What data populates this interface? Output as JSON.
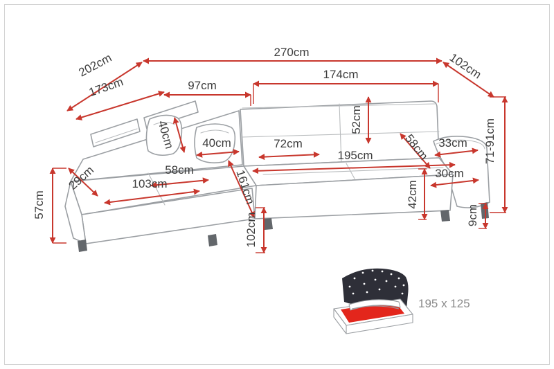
{
  "colors": {
    "dim": "#c8372d",
    "sofa": "#9b9fa3",
    "text": "#3d3d3d",
    "muted": "#8a8a8a",
    "leg": "#63676b",
    "bedred": "#e3261c",
    "blanket": "#2e2f38"
  },
  "labels": {
    "total_width": "270cm",
    "diag_left_outer": "202cm",
    "diag_right": "102cm",
    "diag_left_inner": "173cm",
    "back_left_width": "97cm",
    "back_right_width": "174cm",
    "backrest_height": "52cm",
    "pillow_small": "40cm",
    "pillow_large": "40cm",
    "seat_depth": "72cm",
    "corner_seat_diag": "58cm",
    "armrest_top_width": "33cm",
    "sleeping_length": "195cm",
    "total_height_range": "71-91cm",
    "left_corner_diag": "29cm",
    "chaise_seat_width": "58cm",
    "chaise_length": "161cm",
    "chaise_outer_width": "103cm",
    "armrest_inner_width": "30cm",
    "seat_front_height": "42cm",
    "left_height": "57cm",
    "leg_height": "9cm",
    "chaise_front_length": "102cm",
    "sleeping_area": "195 x 125"
  }
}
